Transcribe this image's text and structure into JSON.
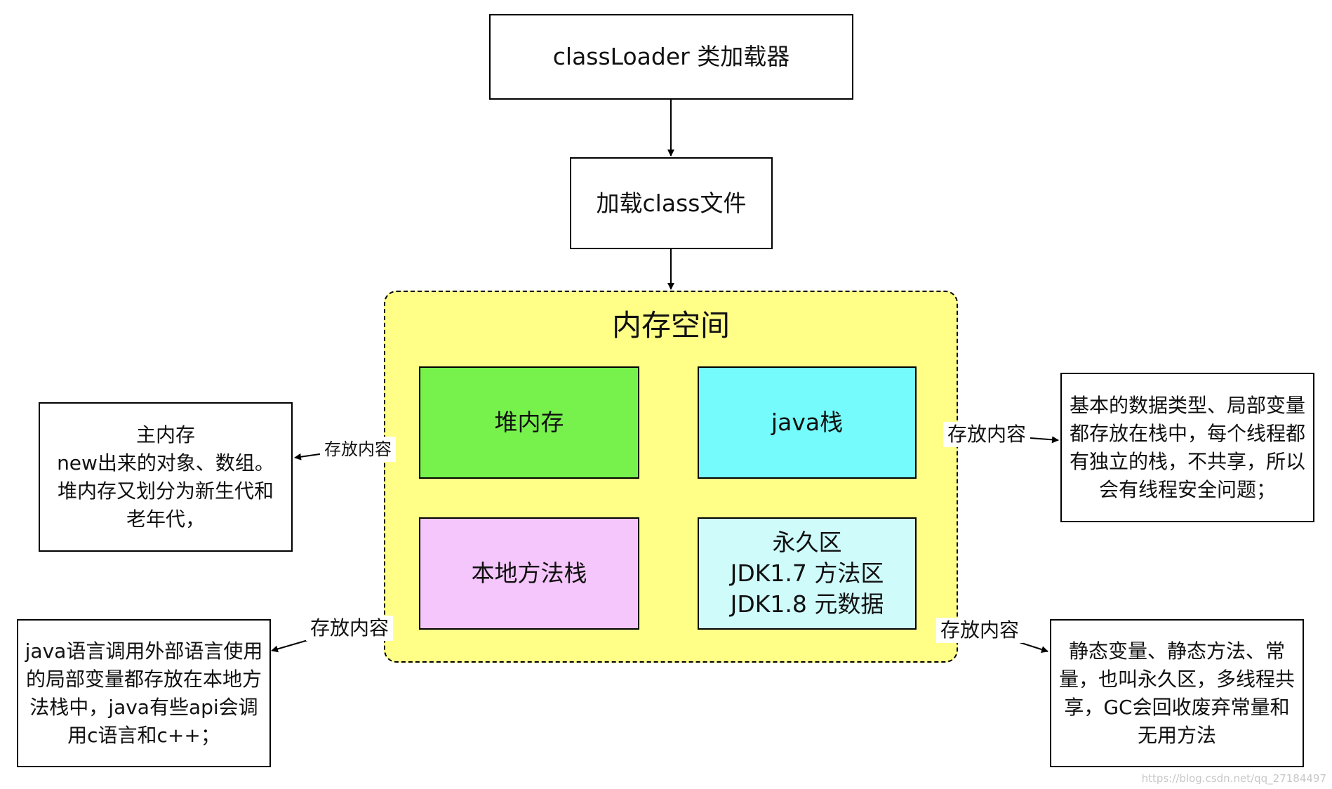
{
  "nodes": {
    "classloader": "classLoader 类加载器",
    "load_class_file": "加载class文件",
    "memory_space": "内存空间",
    "heap": "堆内存",
    "java_stack": "java栈",
    "native_method_stack": "本地方法栈",
    "permanent_area": "永久区\nJDK1.7 方法区\nJDK1.8 元数据"
  },
  "notes": {
    "heap_note": "主内存\nnew出来的对象、数组。\n堆内存又划分为新生代和\n老年代，",
    "java_stack_note": "基本的数据类型、局部变量\n都存放在栈中，每个线程都\n有独立的栈，不共享，所以\n会有线程安全问题；",
    "native_stack_note": "java语言调用外部语言使用\n的局部变量都存放在本地方\n法栈中，java有些api会调\n用c语言和c++；",
    "permanent_note": "静态变量、静态方法、常\n量，也叫永久区，多线程共\n享，GC会回收废弃常量和\n无用方法"
  },
  "edge_labels": {
    "heap": "存放内容",
    "java_stack": "存放内容",
    "native_stack": "存放内容",
    "permanent": "存放内容"
  },
  "colors": {
    "container_fill": "#ffff88",
    "heap_fill": "#77f24d",
    "java_stack_fill": "#75fbfb",
    "native_stack_fill": "#f5c6fb",
    "permanent_fill": "#cffbfb"
  },
  "watermark": "https://blog.csdn.net/qq_27184497"
}
